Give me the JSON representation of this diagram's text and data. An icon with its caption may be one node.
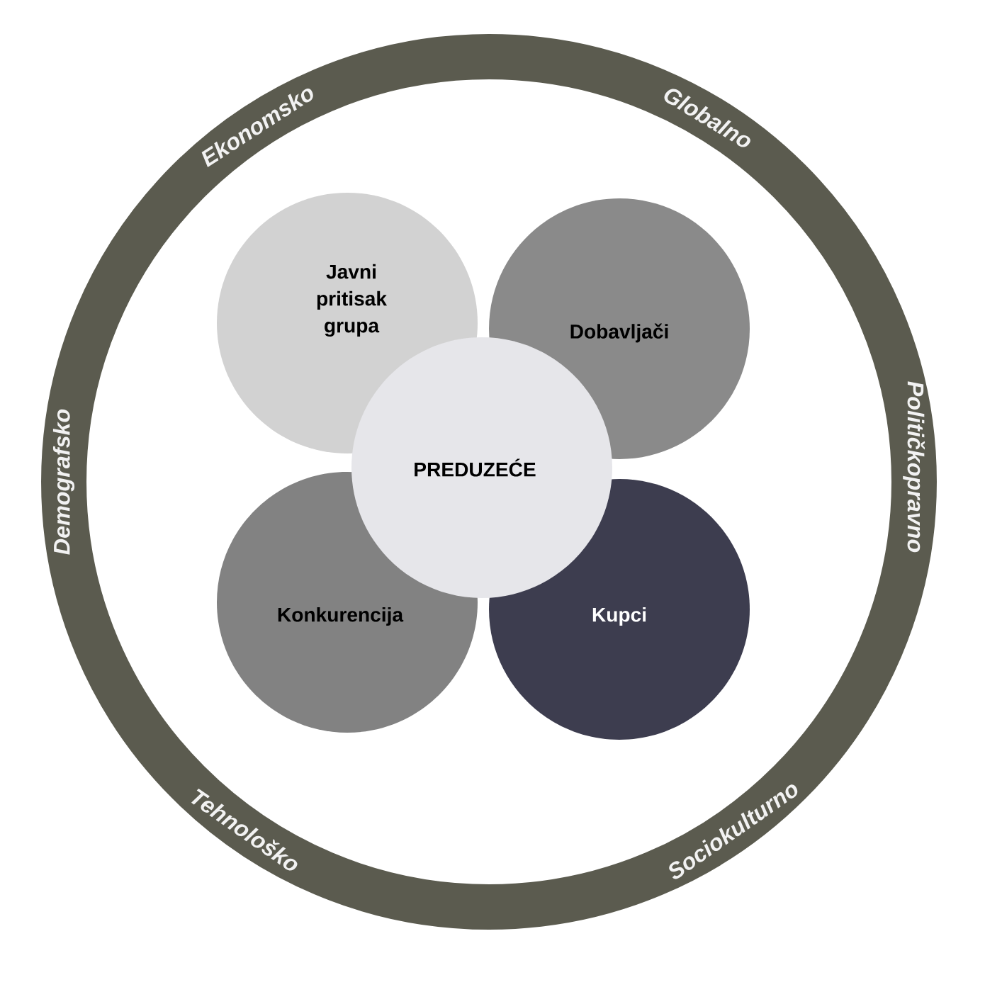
{
  "diagram": {
    "nodes": [
      {
        "text": [
          "Ekonomsko",
          "Globalno",
          "Političkopravno",
          "Sociokulturno",
          "Tehnološko",
          "Demografsko"
        ]
      },
      {
        "text": [
          "Javni pritisak grupa"
        ],
        "in": 0
      },
      {
        "text": [
          "Dobavljači"
        ],
        "in": 0
      },
      {
        "text": [
          "Konkurencija"
        ],
        "in": 0
      },
      {
        "text": [
          "Kupci"
        ],
        "in": 0
      },
      {
        "text": [
          "PREDUZEĆE"
        ],
        "in": 0
      }
    ]
  }
}
